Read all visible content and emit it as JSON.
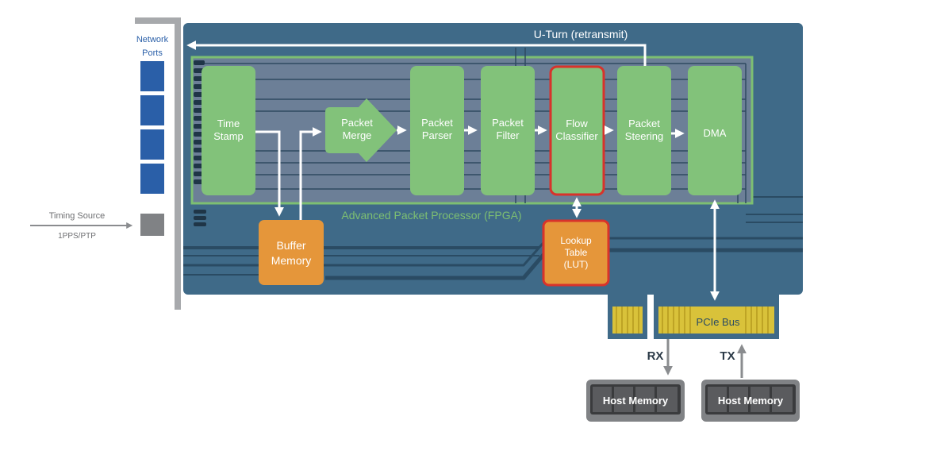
{
  "network_ports": {
    "line1": "Network",
    "line2": "Ports"
  },
  "timing": {
    "source": "Timing Source",
    "protocol": "1PPS/PTP"
  },
  "uturn": "U-Turn (retransmit)",
  "fpga_label": "Advanced Packet Processor (FPGA)",
  "blocks": {
    "time_stamp": [
      "Time",
      "Stamp"
    ],
    "packet_merge": [
      "Packet",
      "Merge"
    ],
    "packet_parser": [
      "Packet",
      "Parser"
    ],
    "packet_filter": [
      "Packet",
      "Filter"
    ],
    "flow_classifier": [
      "Flow",
      "Classifier"
    ],
    "packet_steering": [
      "Packet",
      "Steering"
    ],
    "dma": "DMA",
    "buffer_memory": [
      "Buffer",
      "Memory"
    ],
    "lookup_table": [
      "Lookup",
      "Table",
      "(LUT)"
    ]
  },
  "pcie_bus": "PCIe Bus",
  "rx": "RX",
  "tx": "TX",
  "host_memory_rx": "Host Memory",
  "host_memory_tx": "Host Memory",
  "colors": {
    "board": "#3f6a88",
    "fpga_fill": "#6c7f97",
    "fpga_border": "#7dbf72",
    "block_green": "#82c27a",
    "block_orange": "#e5963a",
    "highlight_red": "#d8332b",
    "port_blue": "#2a5fa8",
    "bracket_gray": "#a7a9ac",
    "label_blue": "#2a5fa8",
    "pcie_gold": "#d9c23a"
  }
}
